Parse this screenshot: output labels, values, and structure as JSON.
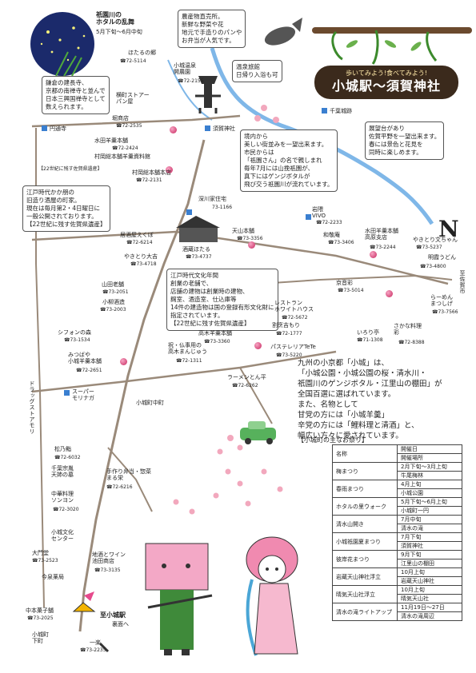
{
  "title": {
    "sub": "歩いてみよう!食べてみよう!",
    "main": "小城駅〜須賀神社"
  },
  "north": "N",
  "firefly": {
    "title": "祇園川の\nホタルの乱舞",
    "date": "5月下旬〜6月中旬"
  },
  "notes": {
    "kenchin": [
      "鎌倉の建長寺、",
      "京都の南禅寺と並んで",
      "日本三興国禅寺として",
      "数えられます。"
    ],
    "nousan": [
      "農産物直売所。",
      "新鮮な野菜や花",
      "地元で手造りのパンや",
      "お弁当が人気です。"
    ],
    "onsen": [
      "温泉旅館",
      "日帰り入浴も可"
    ],
    "tenbo": [
      "展望台があり",
      "佐賀平野を一望出来ます。",
      "春には景色と花見を",
      "同時に楽しめます。"
    ],
    "keidai": [
      "境内から",
      "美しい街並みを一望出来ます。",
      "市民からは",
      "「祇園さん」の名で親しまれ",
      "毎年7月には山挽祇園が、",
      "真下にはゲンジボタルが",
      "飛び交う祇園川が流れています。"
    ],
    "edo": [
      "江戸時代かか朋の",
      "旧造り酒屋の町家。",
      "現在は毎月第2・4日曜日に",
      "一般公開されております。",
      "【22世紀に残す佐賀県遺産】"
    ],
    "yokan": [
      "江戸時代文化年間",
      "創業の老舗で、",
      "店舗の建物は創業時の建物、",
      "麹室、酒造室、仕込庫等",
      "14件の建造物は国の登録有形文化財に",
      "指定されています。",
      "【22世紀に残す佐賀県遺産】"
    ]
  },
  "places": {
    "hotaru_sato": "ほたるの郷",
    "hotaru_sato_tel": "☎72-5114",
    "onsen_kaido": "小城温泉\n開農園",
    "onsen_tel": "☎72-2155",
    "yokoyama": "横町ストアー\nパン屋",
    "hori": "堀商店",
    "hori_tel": "☎72-2535",
    "entsuji": "円通寺",
    "suga": "須賀神社",
    "mizuta": "水田羊羹本舗",
    "mizuta_tel": "☎72-2424",
    "murao_shiryo": "村岡総本舗羊羹資料館",
    "isan1": "【22世紀に残す佐賀県遺産】",
    "murao_hon": "村岡総本舗本店",
    "murao_tel": "☎72-2131",
    "senba": "千葉城跡",
    "fukagawa": "深川家住宅",
    "fukagawa_tel": "73-1166",
    "iwaguma": "岩隈\nVIVO",
    "iwaguma_tel": "☎72-2233",
    "izakaya": "居酒屋えくぼ",
    "izakaya_tel": "☎72-6214",
    "yakitori_daikichi": "やきとり大吉",
    "yakitori_tel": "☎73-4718",
    "sakaya": "酒蔵ほたる",
    "sakaya_tel": "☎73-4737",
    "tenzan": "天山本舗",
    "tenzan_tel": "☎73-3356",
    "wakeiya": "和敬庵",
    "wakeiya_tel": "☎73-3406",
    "mizuta_takahara": "水田羊羹本舗\n高原支店",
    "takahara_tel": "☎73-2244",
    "yakitori_bunchan": "やきとり文ちゃん",
    "bunchan_tel": "☎73-5237",
    "myokan": "明霞うどん",
    "myokan_tel": "☎73-4800",
    "yamada": "山田老舗",
    "yamada_tel": "☎73-2051",
    "koshiro_sake": "小柳酒造",
    "koshiro_tel": "☎73-2003",
    "restaurant": "レストラン\nホワイトハウス",
    "restaurant_tel": "☎72-5672",
    "kyoikuro": "京音彩",
    "kyoikuro_tel": "☎73-5014",
    "ramen_matsu": "らーめん\nまつしげ",
    "ramen_tel": "☎73-7566",
    "shiki": "シフォンの森",
    "shiki_tel": "☎73-1534",
    "takagi": "高木羊羹本舗",
    "takagi_tel": "☎73-3360",
    "waritei": "割烹吉もり",
    "waritei_tel": "☎72-1777",
    "irori": "いろり亭",
    "irori_tel": "☎71-1308",
    "sakana": "さかな料理\n彩",
    "sakana_tel": "☎72-8388",
    "mitsuba": "みつばや\n小城羊羹本舗",
    "mitsuba_tel": "☎72-2651",
    "iwai": "祝・仏事用の\n高木まんじゅう",
    "iwai_tel": "☎72-1311",
    "pasteria": "パステレリアTeTe",
    "pasteria_tel": "☎73-5220",
    "ramen_tonpei": "ラーメンとん平",
    "tonpei_tel": "☎72-6262",
    "super": "スーパー\nモリナガ",
    "drug": "ドラッグストアモリ",
    "koshiro_machi": "小城町中町",
    "matsunoi": "松乃鮨",
    "matsunoi_tel": "☎72-6032",
    "chiba_haka": "千葉宗胤\n天姉の墓",
    "bento": "手作り弁当・惣菜\nまる栄",
    "bento_tel": "☎72-6216",
    "chuka": "中華料理\nソンヨン",
    "chuka_tel": "☎72-3020",
    "bunka": "小城文化\nセンター",
    "omon": "大門堂",
    "omon_tel": "☎73-2523",
    "chizu_wine": "地酒とワイン\n池田商店",
    "chizu_tel": "☎73-3135",
    "konya": "今泉薬局",
    "nakamoto": "中本菓子舗",
    "nakamoto_tel": "☎73-2025",
    "station": "至小城駅",
    "station_sub": "裏面へ",
    "kojo_shita": "小城町\n下町",
    "ichiraku": "一楽",
    "ichiraku_tel": "☎73-2235",
    "to_saga": "至佐賀市"
  },
  "info": [
    "九州の小京都「小城」は、",
    "「小城公園・小城公園の桜・清水川・",
    "祇園川のゲンジボタル・江里山の棚田」が",
    "全国百選に選ばれています。",
    "また、名物として",
    "甘党の方には「小城羊羹」",
    "辛党の方には「鯉料理と清酒」と、",
    "幅広い方々に愛されています。"
  ],
  "festival_title": "【小城町の主なお祭り】",
  "festivals": [
    {
      "name": "名称",
      "d1": "開催日",
      "d2": "開催場所"
    },
    {
      "name": "梅まつり",
      "d1": "2月下旬〜3月上旬",
      "d2": "牛尾梅林"
    },
    {
      "name": "春雨まつり",
      "d1": "4月上旬",
      "d2": "小城公園"
    },
    {
      "name": "ホタルの里ウォーク",
      "d1": "5月下旬〜6月上旬",
      "d2": "小城町一円"
    },
    {
      "name": "清水山開き",
      "d1": "7月中旬",
      "d2": "清水の滝"
    },
    {
      "name": "小城祇園夏まつり",
      "d1": "7月下旬",
      "d2": "須賀神社"
    },
    {
      "name": "彼岸花まつり",
      "d1": "9月下旬",
      "d2": "江里山の棚田"
    },
    {
      "name": "岩蔵天山神社浮立",
      "d1": "10月上旬",
      "d2": "岩蔵天山神社"
    },
    {
      "name": "晴気天山社浮立",
      "d1": "10月上旬",
      "d2": "晴気天山社"
    },
    {
      "name": "清水の滝ライトアップ",
      "d1": "11月19日〜27日",
      "d2": "清水の滝周辺"
    }
  ]
}
